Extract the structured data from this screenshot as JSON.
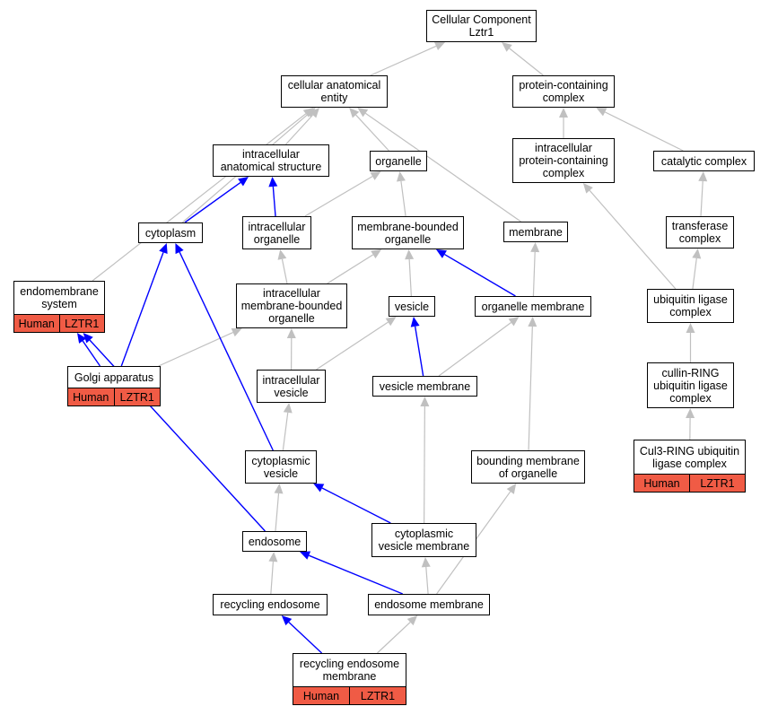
{
  "colors": {
    "edge_gray": "#c0c0c0",
    "edge_blue": "#0000ff",
    "annotation_fill": "#f05b45",
    "node_border": "#000000"
  },
  "nodes": {
    "root": {
      "label": "Cellular Component\nLztr1"
    },
    "cellular_anatomical_entity": {
      "label": "cellular anatomical\nentity"
    },
    "protein_containing_complex": {
      "label": "protein-containing\ncomplex"
    },
    "intracellular_anatomical_structure": {
      "label": "intracellular\nanatomical structure"
    },
    "organelle": {
      "label": "organelle"
    },
    "intracellular_protein_containing_complex": {
      "label": "intracellular\nprotein-containing\ncomplex"
    },
    "catalytic_complex": {
      "label": "catalytic complex"
    },
    "cytoplasm": {
      "label": "cytoplasm"
    },
    "intracellular_organelle": {
      "label": "intracellular\norganelle"
    },
    "membrane_bounded_organelle": {
      "label": "membrane-bounded\norganelle"
    },
    "membrane": {
      "label": "membrane"
    },
    "transferase_complex": {
      "label": "transferase\ncomplex"
    },
    "endomembrane_system": {
      "label": "endomembrane\nsystem",
      "species": "Human",
      "gene": "LZTR1"
    },
    "intracellular_membrane_bounded_organelle": {
      "label": "intracellular\nmembrane-bounded\norganelle"
    },
    "vesicle": {
      "label": "vesicle"
    },
    "organelle_membrane": {
      "label": "organelle membrane"
    },
    "ubiquitin_ligase_complex": {
      "label": "ubiquitin ligase\ncomplex"
    },
    "golgi_apparatus": {
      "label": "Golgi apparatus",
      "species": "Human",
      "gene": "LZTR1"
    },
    "intracellular_vesicle": {
      "label": "intracellular\nvesicle"
    },
    "vesicle_membrane": {
      "label": "vesicle membrane"
    },
    "cullin_ring_ubiquitin_ligase_complex": {
      "label": "cullin-RING\nubiquitin ligase\ncomplex"
    },
    "cytoplasmic_vesicle": {
      "label": "cytoplasmic\nvesicle"
    },
    "bounding_membrane_of_organelle": {
      "label": "bounding membrane\nof organelle"
    },
    "cul3_ring_ubiquitin_ligase_complex": {
      "label": "Cul3-RING ubiquitin\nligase complex",
      "species": "Human",
      "gene": "LZTR1"
    },
    "endosome": {
      "label": "endosome"
    },
    "cytoplasmic_vesicle_membrane": {
      "label": "cytoplasmic\nvesicle membrane"
    },
    "recycling_endosome": {
      "label": "recycling endosome"
    },
    "endosome_membrane": {
      "label": "endosome membrane"
    },
    "recycling_endosome_membrane": {
      "label": "recycling endosome\nmembrane",
      "species": "Human",
      "gene": "LZTR1"
    }
  },
  "edges": [
    {
      "from": "cellular_anatomical_entity",
      "to": "root",
      "relation": "is_a"
    },
    {
      "from": "protein_containing_complex",
      "to": "root",
      "relation": "is_a"
    },
    {
      "from": "intracellular_anatomical_structure",
      "to": "cellular_anatomical_entity",
      "relation": "is_a"
    },
    {
      "from": "organelle",
      "to": "cellular_anatomical_entity",
      "relation": "is_a"
    },
    {
      "from": "membrane",
      "to": "cellular_anatomical_entity",
      "relation": "is_a"
    },
    {
      "from": "cytoplasm",
      "to": "cellular_anatomical_entity",
      "relation": "is_a"
    },
    {
      "from": "endomembrane_system",
      "to": "cellular_anatomical_entity",
      "relation": "is_a"
    },
    {
      "from": "intracellular_protein_containing_complex",
      "to": "protein_containing_complex",
      "relation": "is_a"
    },
    {
      "from": "catalytic_complex",
      "to": "protein_containing_complex",
      "relation": "is_a"
    },
    {
      "from": "cytoplasm",
      "to": "intracellular_anatomical_structure",
      "relation": "part_of"
    },
    {
      "from": "intracellular_organelle",
      "to": "intracellular_anatomical_structure",
      "relation": "part_of"
    },
    {
      "from": "intracellular_organelle",
      "to": "organelle",
      "relation": "is_a"
    },
    {
      "from": "membrane_bounded_organelle",
      "to": "organelle",
      "relation": "is_a"
    },
    {
      "from": "transferase_complex",
      "to": "catalytic_complex",
      "relation": "is_a"
    },
    {
      "from": "intracellular_membrane_bounded_organelle",
      "to": "intracellular_organelle",
      "relation": "is_a"
    },
    {
      "from": "intracellular_membrane_bounded_organelle",
      "to": "membrane_bounded_organelle",
      "relation": "is_a"
    },
    {
      "from": "vesicle",
      "to": "membrane_bounded_organelle",
      "relation": "is_a"
    },
    {
      "from": "organelle_membrane",
      "to": "membrane_bounded_organelle",
      "relation": "part_of"
    },
    {
      "from": "organelle_membrane",
      "to": "membrane",
      "relation": "is_a"
    },
    {
      "from": "ubiquitin_ligase_complex",
      "to": "intracellular_protein_containing_complex",
      "relation": "is_a"
    },
    {
      "from": "ubiquitin_ligase_complex",
      "to": "transferase_complex",
      "relation": "is_a"
    },
    {
      "from": "golgi_apparatus",
      "to": "cytoplasm",
      "relation": "part_of"
    },
    {
      "from": "golgi_apparatus",
      "to": "endomembrane_system",
      "relation": "part_of"
    },
    {
      "from": "golgi_apparatus",
      "to": "intracellular_membrane_bounded_organelle",
      "relation": "is_a"
    },
    {
      "from": "intracellular_vesicle",
      "to": "intracellular_membrane_bounded_organelle",
      "relation": "is_a"
    },
    {
      "from": "intracellular_vesicle",
      "to": "vesicle",
      "relation": "is_a"
    },
    {
      "from": "vesicle_membrane",
      "to": "vesicle",
      "relation": "part_of"
    },
    {
      "from": "vesicle_membrane",
      "to": "organelle_membrane",
      "relation": "is_a"
    },
    {
      "from": "cullin_ring_ubiquitin_ligase_complex",
      "to": "ubiquitin_ligase_complex",
      "relation": "is_a"
    },
    {
      "from": "cytoplasmic_vesicle",
      "to": "intracellular_vesicle",
      "relation": "is_a"
    },
    {
      "from": "cytoplasmic_vesicle",
      "to": "cytoplasm",
      "relation": "part_of"
    },
    {
      "from": "bounding_membrane_of_organelle",
      "to": "organelle_membrane",
      "relation": "is_a"
    },
    {
      "from": "cul3_ring_ubiquitin_ligase_complex",
      "to": "cullin_ring_ubiquitin_ligase_complex",
      "relation": "is_a"
    },
    {
      "from": "endosome",
      "to": "cytoplasmic_vesicle",
      "relation": "is_a"
    },
    {
      "from": "endosome",
      "to": "endomembrane_system",
      "relation": "part_of"
    },
    {
      "from": "cytoplasmic_vesicle_membrane",
      "to": "cytoplasmic_vesicle",
      "relation": "part_of"
    },
    {
      "from": "cytoplasmic_vesicle_membrane",
      "to": "vesicle_membrane",
      "relation": "is_a"
    },
    {
      "from": "recycling_endosome",
      "to": "endosome",
      "relation": "is_a"
    },
    {
      "from": "endosome_membrane",
      "to": "endosome",
      "relation": "part_of"
    },
    {
      "from": "endosome_membrane",
      "to": "cytoplasmic_vesicle_membrane",
      "relation": "is_a"
    },
    {
      "from": "endosome_membrane",
      "to": "bounding_membrane_of_organelle",
      "relation": "is_a"
    },
    {
      "from": "recycling_endosome_membrane",
      "to": "recycling_endosome",
      "relation": "part_of"
    },
    {
      "from": "recycling_endosome_membrane",
      "to": "endosome_membrane",
      "relation": "is_a"
    }
  ]
}
